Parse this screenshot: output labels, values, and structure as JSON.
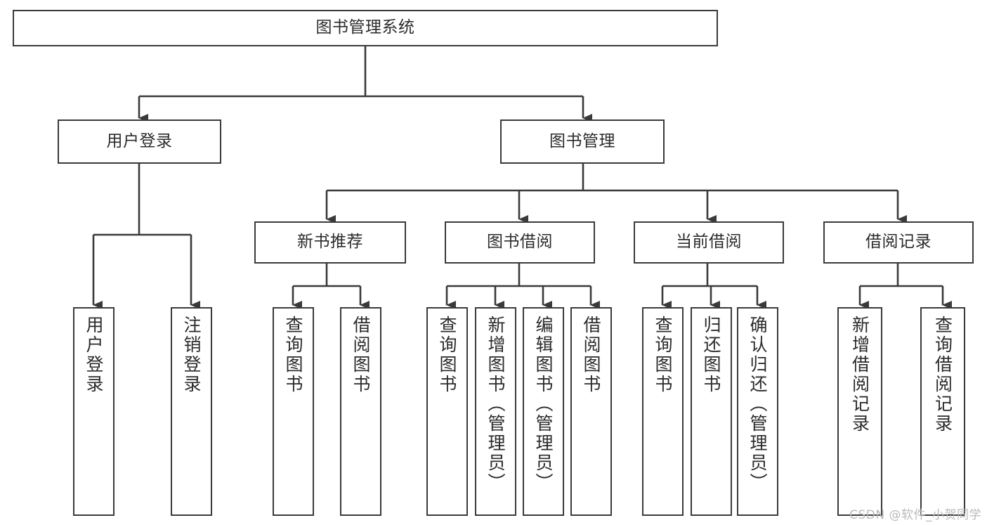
{
  "diagram": {
    "type": "tree",
    "title": "图书管理系统",
    "orientation": "top-down",
    "colors": {
      "background": "#ffffff",
      "node_border": "#3a3a3a",
      "node_fill": "#ffffff",
      "edge": "#3a3a3a",
      "text": "#2b2b2b",
      "watermark": "#b9b9b9"
    },
    "nodes": {
      "root": {
        "label": "图书管理系统",
        "level": 1,
        "orientation": "horizontal"
      },
      "n_user_login": {
        "label": "用户登录",
        "level": 2,
        "orientation": "horizontal"
      },
      "n_book_manage": {
        "label": "图书管理",
        "level": 2,
        "orientation": "horizontal"
      },
      "n_new_book_rec": {
        "label": "新书推荐",
        "level": 3,
        "orientation": "horizontal"
      },
      "n_book_borrow": {
        "label": "图书借阅",
        "level": 3,
        "orientation": "horizontal"
      },
      "n_current_borrow": {
        "label": "当前借阅",
        "level": 3,
        "orientation": "horizontal"
      },
      "n_borrow_record": {
        "label": "借阅记录",
        "level": 3,
        "orientation": "horizontal"
      },
      "l_user_login": {
        "label": "用户登录",
        "level": 4,
        "orientation": "vertical"
      },
      "l_logout": {
        "label": "注销登录",
        "level": 4,
        "orientation": "vertical"
      },
      "l_query_book_a": {
        "label": "查询图书",
        "level": 4,
        "orientation": "vertical"
      },
      "l_borrow_book_a": {
        "label": "借阅图书",
        "level": 4,
        "orientation": "vertical"
      },
      "l_query_book_b": {
        "label": "查询图书",
        "level": 4,
        "orientation": "vertical"
      },
      "l_add_book": {
        "label": "新增图书（管理员）",
        "level": 4,
        "orientation": "vertical"
      },
      "l_edit_book": {
        "label": "编辑图书（管理员）",
        "level": 4,
        "orientation": "vertical"
      },
      "l_borrow_book_b": {
        "label": "借阅图书",
        "level": 4,
        "orientation": "vertical"
      },
      "l_query_book_c": {
        "label": "查询图书",
        "level": 4,
        "orientation": "vertical"
      },
      "l_return_book": {
        "label": "归还图书",
        "level": 4,
        "orientation": "vertical"
      },
      "l_confirm_return": {
        "label": "确认归还（管理员）",
        "level": 4,
        "orientation": "vertical"
      },
      "l_add_record": {
        "label": "新增借阅记录",
        "level": 4,
        "orientation": "vertical"
      },
      "l_query_record": {
        "label": "查询借阅记录",
        "level": 4,
        "orientation": "vertical"
      }
    },
    "edges": [
      {
        "from": "root",
        "to": "n_user_login"
      },
      {
        "from": "root",
        "to": "n_book_manage"
      },
      {
        "from": "n_user_login",
        "to": "l_user_login"
      },
      {
        "from": "n_user_login",
        "to": "l_logout"
      },
      {
        "from": "n_book_manage",
        "to": "n_new_book_rec"
      },
      {
        "from": "n_book_manage",
        "to": "n_book_borrow"
      },
      {
        "from": "n_book_manage",
        "to": "n_current_borrow"
      },
      {
        "from": "n_book_manage",
        "to": "n_borrow_record"
      },
      {
        "from": "n_new_book_rec",
        "to": "l_query_book_a"
      },
      {
        "from": "n_new_book_rec",
        "to": "l_borrow_book_a"
      },
      {
        "from": "n_book_borrow",
        "to": "l_query_book_b"
      },
      {
        "from": "n_book_borrow",
        "to": "l_add_book"
      },
      {
        "from": "n_book_borrow",
        "to": "l_edit_book"
      },
      {
        "from": "n_book_borrow",
        "to": "l_borrow_book_b"
      },
      {
        "from": "n_current_borrow",
        "to": "l_query_book_c"
      },
      {
        "from": "n_current_borrow",
        "to": "l_return_book"
      },
      {
        "from": "n_current_borrow",
        "to": "l_confirm_return"
      },
      {
        "from": "n_borrow_record",
        "to": "l_add_record"
      },
      {
        "from": "n_borrow_record",
        "to": "l_query_record"
      }
    ]
  },
  "watermark": {
    "text": "CSDN @软件_小贺同学"
  }
}
